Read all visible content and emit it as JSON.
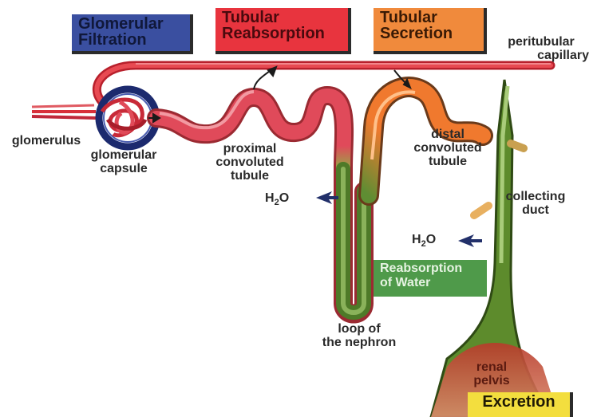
{
  "process_boxes": {
    "glomerular_filtration": {
      "line1": "Glomerular",
      "line2": "Filtration",
      "color": "#3a4fa0",
      "text_color": "#10183a"
    },
    "tubular_reabsorption": {
      "line1": "Tubular",
      "line2": "Reabsorption",
      "color": "#e8343e",
      "text_color": "#4a0a0e"
    },
    "tubular_secretion": {
      "line1": "Tubular",
      "line2": "Secretion",
      "color": "#f08a3c",
      "text_color": "#3a1a05"
    },
    "reabsorption_of_water": {
      "line1": "Reabsorption",
      "line2": "of Water",
      "color": "#4f9a4a",
      "text_color": "#e6f3e2"
    },
    "excretion": {
      "line1": "Excretion",
      "color": "#f3de3e",
      "text_color": "#201a05"
    }
  },
  "labels": {
    "peritubular_capillary": {
      "line1": "peritubular",
      "line2": "capillary"
    },
    "glomerulus": "glomerulus",
    "glomerular_capsule": {
      "line1": "glomerular",
      "line2": "capsule"
    },
    "proximal_tubule": {
      "line1": "proximal",
      "line2": "convoluted",
      "line3": "tubule"
    },
    "distal_tubule": {
      "line1": "distal",
      "line2": "convoluted",
      "line3": "tubule"
    },
    "collecting_duct": {
      "line1": "collecting",
      "line2": "duct"
    },
    "loop": {
      "line1": "loop of",
      "line2": "the nephron"
    },
    "renal_pelvis": {
      "line1": "renal",
      "line2": "pelvis"
    },
    "water_left": {
      "base": "H",
      "sub": "2",
      "tail": "O"
    },
    "water_right": {
      "base": "H",
      "sub": "2",
      "tail": "O"
    }
  },
  "colors": {
    "capillary": "#d8303a",
    "tubule_red": "#e04a5a",
    "tubule_orange": "#f0792e",
    "tubule_green": "#5f8d33",
    "capsule_blue": "#22307a",
    "pelvis": "#c0392b",
    "arrow": "#22306a"
  }
}
